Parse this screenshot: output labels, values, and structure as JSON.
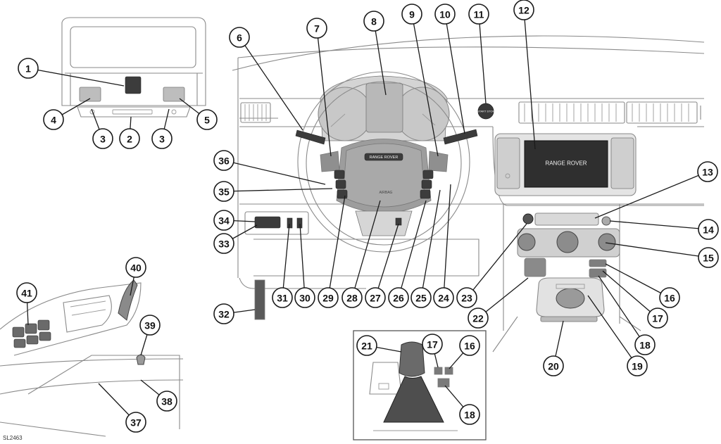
{
  "figure_code": "SL2463",
  "texts": {
    "brand": "RANGE ROVER",
    "screen_brand": "RANGE ROVER",
    "start_stop": "START STOP",
    "airbag": "AIRBAG"
  },
  "callouts": [
    {
      "n": "1"
    },
    {
      "n": "2"
    },
    {
      "n": "3"
    },
    {
      "n": "3"
    },
    {
      "n": "4"
    },
    {
      "n": "5"
    },
    {
      "n": "6"
    },
    {
      "n": "7"
    },
    {
      "n": "8"
    },
    {
      "n": "9"
    },
    {
      "n": "10"
    },
    {
      "n": "11"
    },
    {
      "n": "12"
    },
    {
      "n": "13"
    },
    {
      "n": "14"
    },
    {
      "n": "15"
    },
    {
      "n": "16"
    },
    {
      "n": "17"
    },
    {
      "n": "18"
    },
    {
      "n": "19"
    },
    {
      "n": "20"
    },
    {
      "n": "21"
    },
    {
      "n": "17"
    },
    {
      "n": "16"
    },
    {
      "n": "18"
    },
    {
      "n": "22"
    },
    {
      "n": "23"
    },
    {
      "n": "24"
    },
    {
      "n": "25"
    },
    {
      "n": "26"
    },
    {
      "n": "27"
    },
    {
      "n": "28"
    },
    {
      "n": "29"
    },
    {
      "n": "30"
    },
    {
      "n": "31"
    },
    {
      "n": "32"
    },
    {
      "n": "33"
    },
    {
      "n": "34"
    },
    {
      "n": "35"
    },
    {
      "n": "36"
    },
    {
      "n": "37"
    },
    {
      "n": "38"
    },
    {
      "n": "39"
    },
    {
      "n": "40"
    },
    {
      "n": "41"
    }
  ],
  "colors": {
    "line": "#8a8a8a",
    "part": "#bdbdbd",
    "dark": "#3c3c3c"
  }
}
